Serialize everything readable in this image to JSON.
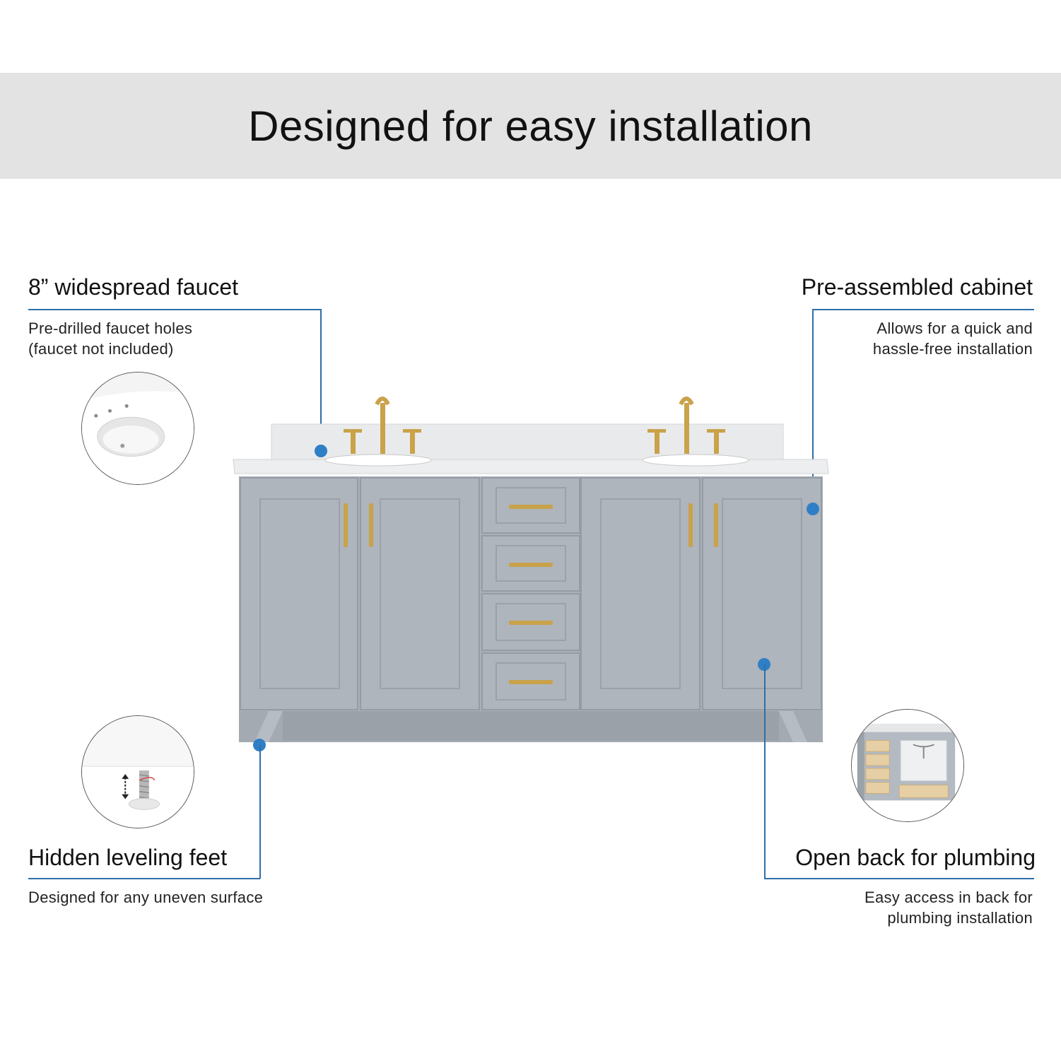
{
  "header": {
    "title": "Designed for easy installation"
  },
  "features": {
    "faucet": {
      "title": "8” widespread faucet",
      "desc_line1": "Pre-drilled faucet holes",
      "desc_line2": "(faucet not included)"
    },
    "cabinet": {
      "title": "Pre-assembled cabinet",
      "desc_line1": "Allows for  a quick and",
      "desc_line2": "hassle-free installation"
    },
    "feet": {
      "title": "Hidden leveling feet",
      "desc_line1": "Designed for any uneven surface"
    },
    "plumbing": {
      "title": "Open back for plumbing",
      "desc_line1": "Easy access in back for",
      "desc_line2": "plumbing installation"
    }
  },
  "colors": {
    "banner": "#e3e3e3",
    "accent_blue": "#2f7fc6",
    "cabinet_gray": "#a9b0b8",
    "hardware_gold": "#c9a24a"
  }
}
